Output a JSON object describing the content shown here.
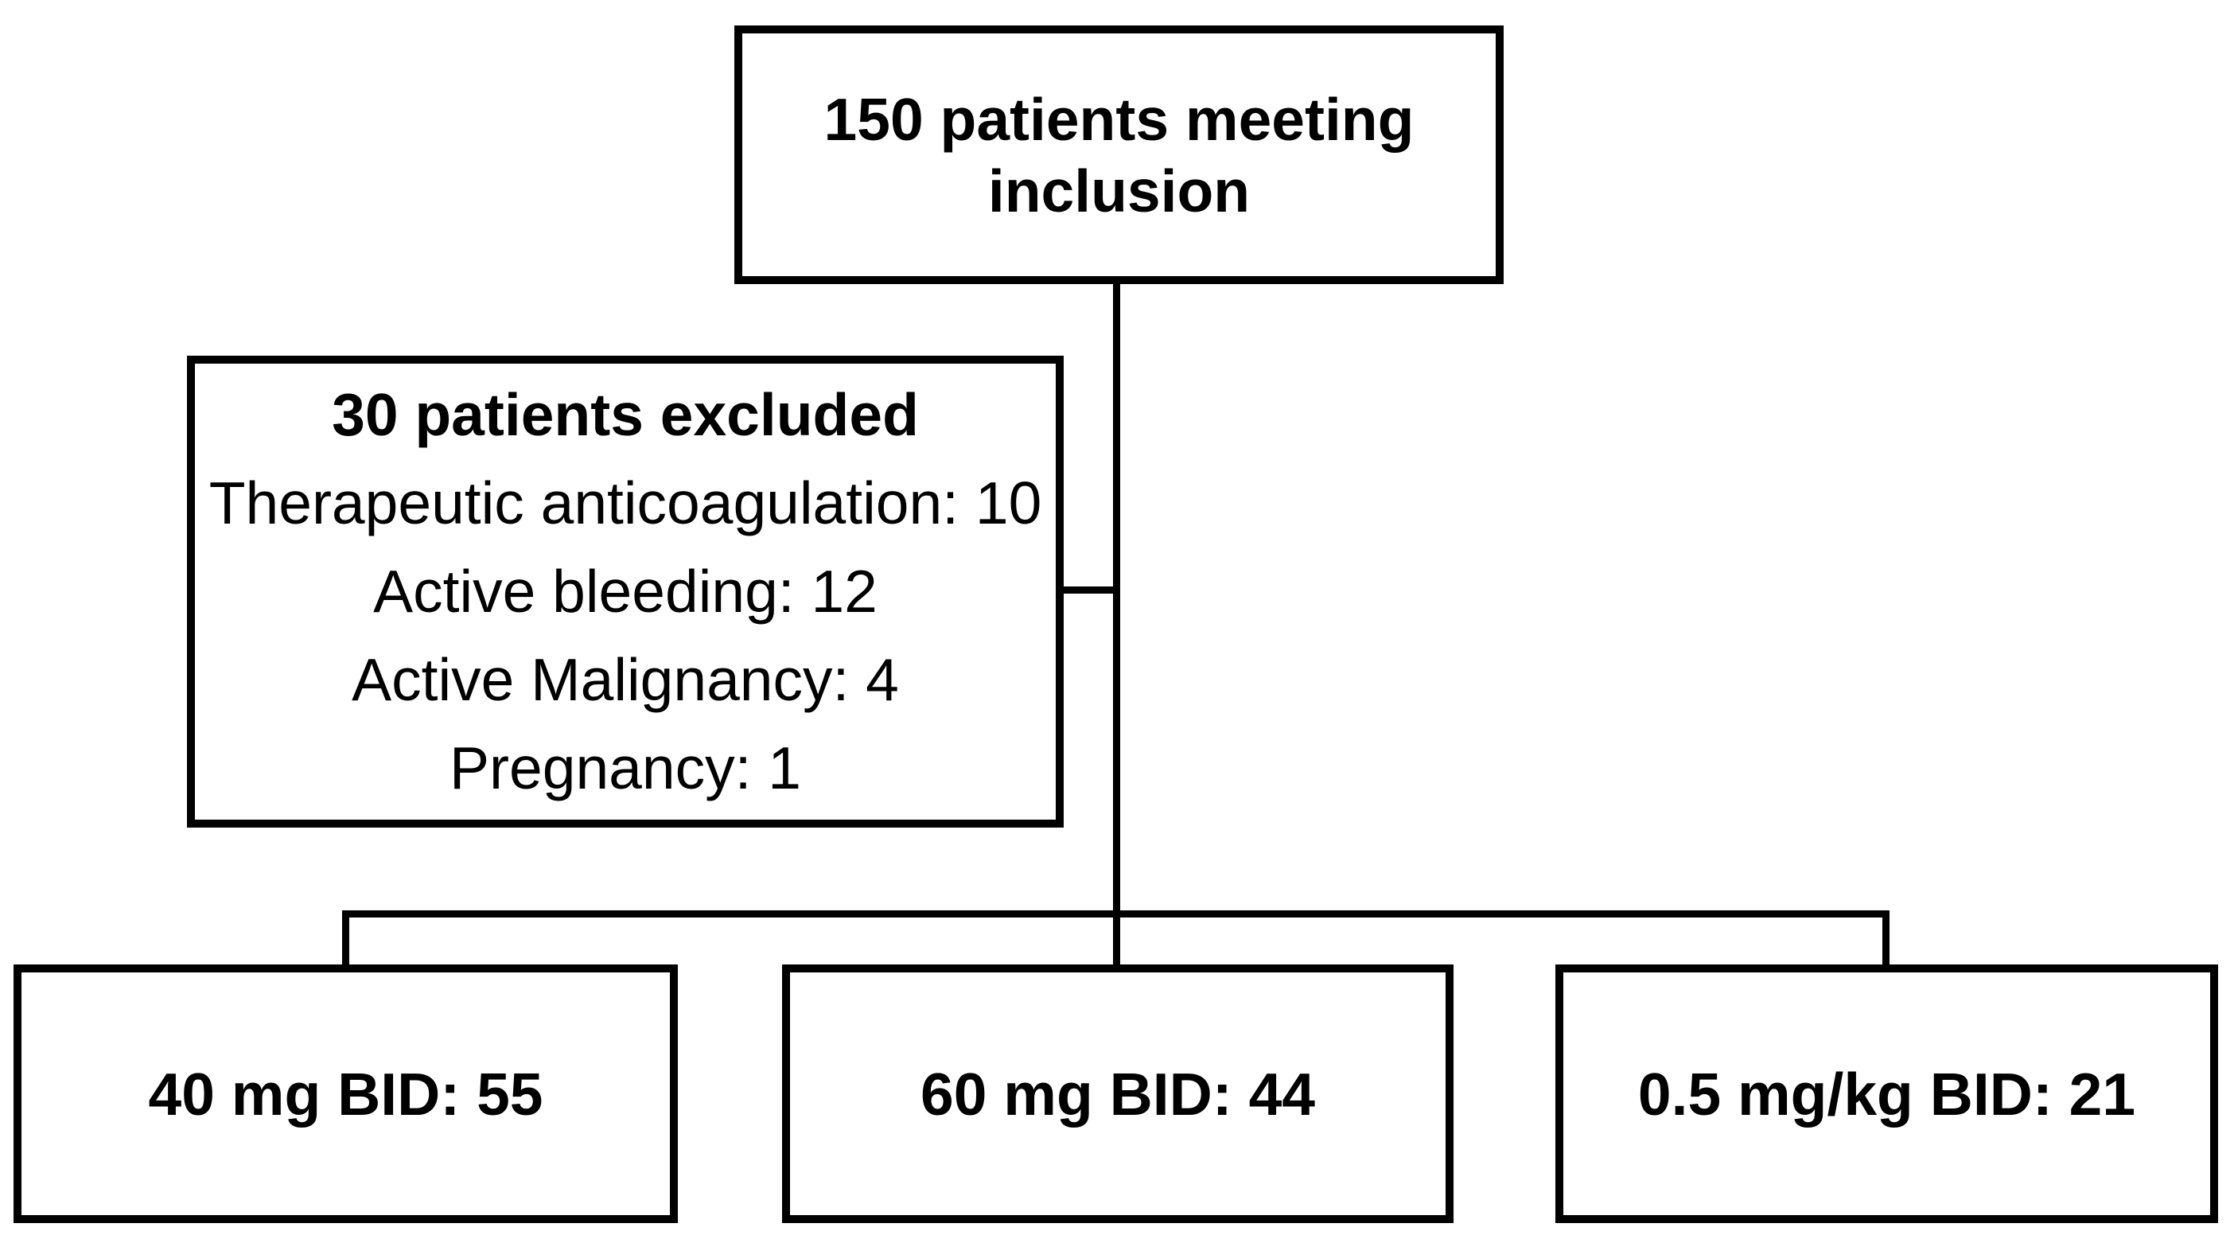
{
  "colors": {
    "line": "#000000",
    "text": "#000000",
    "background": "#ffffff"
  },
  "flowchart": {
    "inclusion_box": {
      "text": "150 patients meeting inclusion",
      "lines": [
        "150 patients meeting",
        "inclusion"
      ],
      "patients": 150
    },
    "excluded_box": {
      "title": "30 patients excluded",
      "excluded_total": 30,
      "reasons": [
        {
          "text": "Therapeutic anticoagulation: 10",
          "reason": "Therapeutic anticoagulation",
          "count": 10
        },
        {
          "text": "Active bleeding: 12",
          "reason": "Active bleeding",
          "count": 12
        },
        {
          "text": "Active Malignancy: 4",
          "reason": "Active Malignancy",
          "count": 4
        },
        {
          "text": "Pregnancy: 1",
          "reason": "Pregnancy",
          "count": 1
        }
      ]
    },
    "arms": [
      {
        "text": "40 mg BID: 55",
        "dose": "40 mg BID",
        "count": 55
      },
      {
        "text": "60 mg BID: 44",
        "dose": "60 mg BID",
        "count": 44
      },
      {
        "text": "0.5 mg/kg BID: 21",
        "dose": "0.5 mg/kg BID",
        "count": 21
      }
    ]
  }
}
